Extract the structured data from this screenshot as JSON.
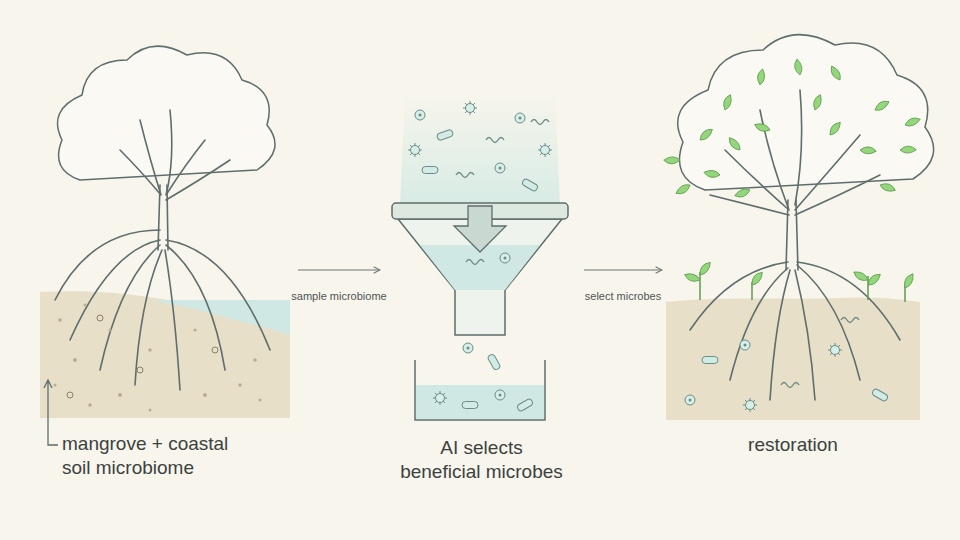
{
  "diagram": {
    "nodes": [
      {
        "text": [
          "mangrove + coastal soil microbiome"
        ]
      },
      {
        "text": [
          "AI selects beneficial microbes"
        ]
      },
      {
        "text": [
          "restoration"
        ]
      }
    ],
    "edges": [
      {
        "from": 0,
        "to": 1,
        "label": "sample microbiome",
        "arrow": "to"
      },
      {
        "from": 1,
        "to": 2,
        "label": "select microbes",
        "arrow": "to"
      }
    ]
  }
}
